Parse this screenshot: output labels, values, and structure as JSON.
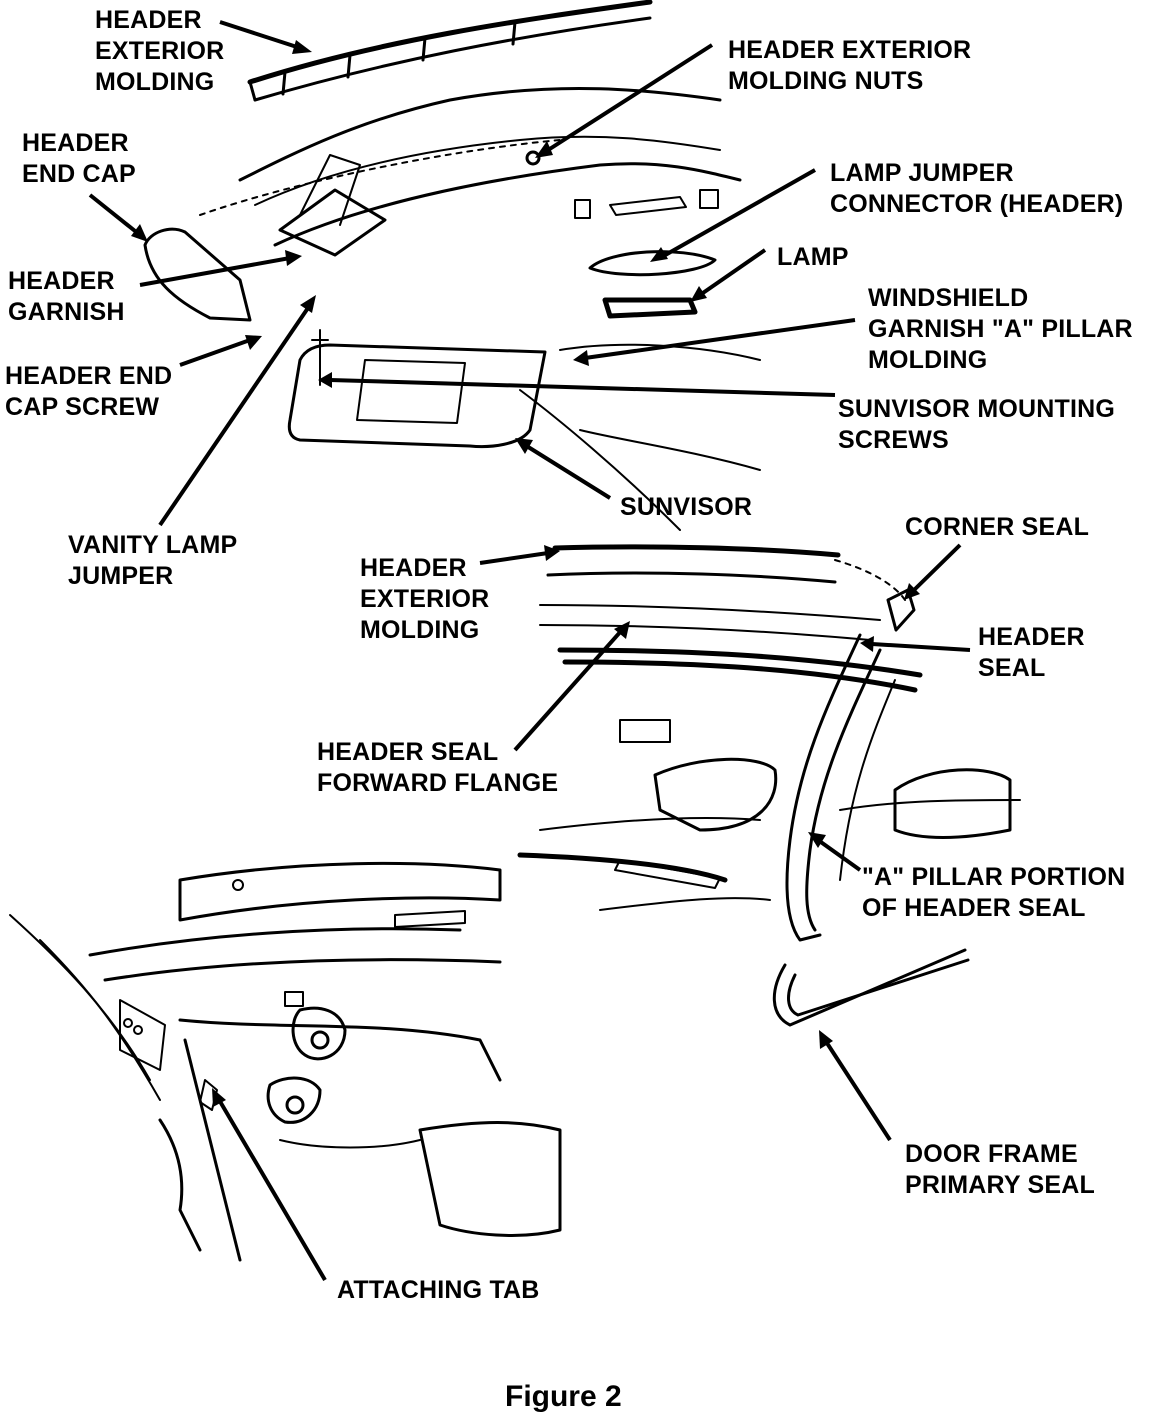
{
  "figure": {
    "caption": "Figure 2",
    "labels": {
      "header_exterior_molding_top": "HEADER\nEXTERIOR\nMOLDING",
      "header_exterior_molding_nuts": "HEADER EXTERIOR\nMOLDING NUTS",
      "header_end_cap": "HEADER\nEND CAP",
      "lamp_jumper_connector": "LAMP JUMPER\nCONNECTOR (HEADER)",
      "lamp": "LAMP",
      "header_garnish": "HEADER\nGARNISH",
      "windshield_garnish": "WINDSHIELD\nGARNISH \"A\" PILLAR\nMOLDING",
      "header_end_cap_screw": "HEADER END\nCAP SCREW",
      "sunvisor_mounting_screws": "SUNVISOR MOUNTING\nSCREWS",
      "sunvisor": "SUNVISOR",
      "vanity_lamp_jumper": "VANITY LAMP\nJUMPER",
      "corner_seal": "CORNER SEAL",
      "header_exterior_molding_mid": "HEADER\nEXTERIOR\nMOLDING",
      "header_seal": "HEADER\nSEAL",
      "header_seal_forward_flange": "HEADER SEAL\nFORWARD FLANGE",
      "a_pillar_portion": "\"A\" PILLAR PORTION\nOF HEADER SEAL",
      "door_frame_primary_seal": "DOOR FRAME\nPRIMARY SEAL",
      "attaching_tab": "ATTACHING TAB"
    }
  }
}
